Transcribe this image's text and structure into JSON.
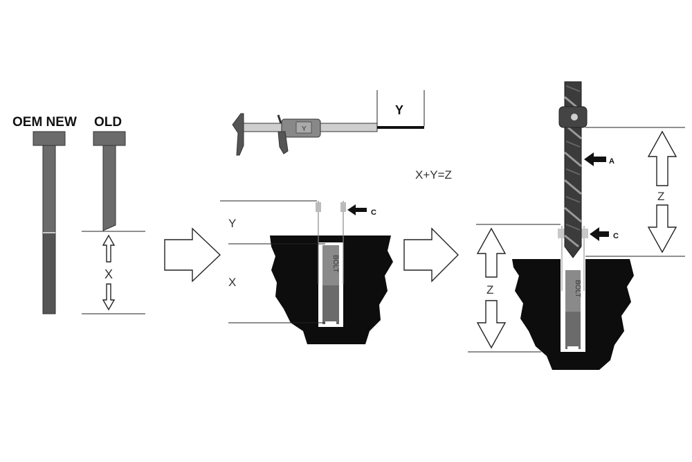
{
  "labels": {
    "oem_new": "OEM NEW",
    "old": "OLD",
    "x": "X",
    "y": "Y",
    "z": "Z",
    "equation": "X+Y=Z",
    "a": "A",
    "c": "C",
    "caliper_readout": "Y",
    "bolt_text": "BOLT"
  },
  "colors": {
    "block": "#0d0d0d",
    "bolt_gray": "#6b6b6b",
    "bolt_dark": "#4f4f4f",
    "line": "#222222"
  }
}
